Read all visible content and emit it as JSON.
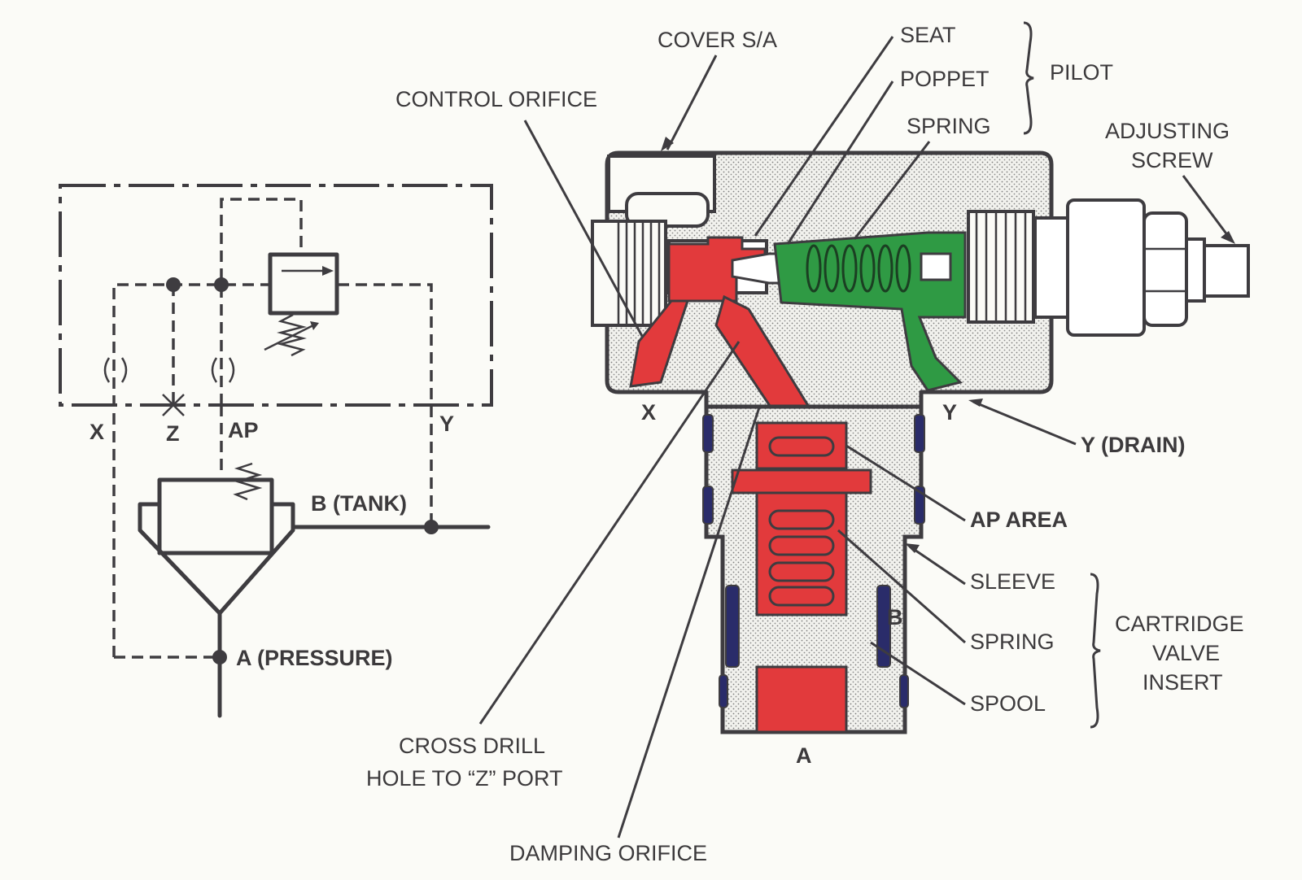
{
  "schematic": {
    "port_x": "X",
    "port_z": "Z",
    "port_ap": "AP",
    "port_y": "Y",
    "tank": "B (TANK)",
    "pressure": "A (PRESSURE)"
  },
  "section": {
    "cover": "COVER S/A",
    "control_orifice": "CONTROL ORIFICE",
    "seat": "SEAT",
    "poppet": "POPPET",
    "pilot_spring": "SPRING",
    "pilot": "PILOT",
    "adjusting_screw": [
      "ADJUSTING",
      "SCREW"
    ],
    "port_x": "X",
    "port_y": "Y",
    "y_drain": "Y  (DRAIN)",
    "ap_area": "AP AREA",
    "sleeve": "SLEEVE",
    "port_b": "B",
    "spring": "SPRING",
    "spool": "SPOOL",
    "cartridge": [
      "CARTRIDGE",
      "VALVE",
      "INSERT"
    ],
    "port_a": "A",
    "cross_drill": [
      "CROSS DRILL",
      "HOLE TO “Z” PORT"
    ],
    "damping_orifice": "DAMPING ORIFICE"
  },
  "colors": {
    "pilot_red": "#e23a3c",
    "pilot_green": "#2f9a44",
    "seal_navy": "#2a2c6a",
    "ink": "#3e3c40"
  }
}
